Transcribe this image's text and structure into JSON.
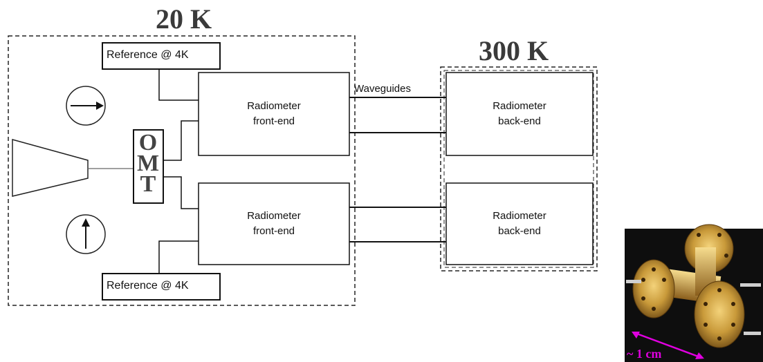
{
  "titles": {
    "cold_stage": "20 K",
    "warm_stage": "300 K"
  },
  "references": {
    "top": "Reference @ 4K",
    "bottom": "Reference @ 4K"
  },
  "omt": {
    "letters": [
      "O",
      "M",
      "T"
    ]
  },
  "front_ends": [
    {
      "line1": "Radiometer",
      "line2": "front-end"
    },
    {
      "line1": "Radiometer",
      "line2": "front-end"
    }
  ],
  "back_ends": [
    {
      "line1": "Radiometer",
      "line2": "back-end"
    },
    {
      "line1": "Radiometer",
      "line2": "back-end"
    }
  ],
  "waveguides_label": "Waveguides",
  "photo": {
    "caption": "~ 1 cm",
    "caption_color": "#e000e0"
  },
  "colors": {
    "lines": "#111111",
    "title": "#3a3a3a",
    "horn_fill": "#ffffff"
  }
}
